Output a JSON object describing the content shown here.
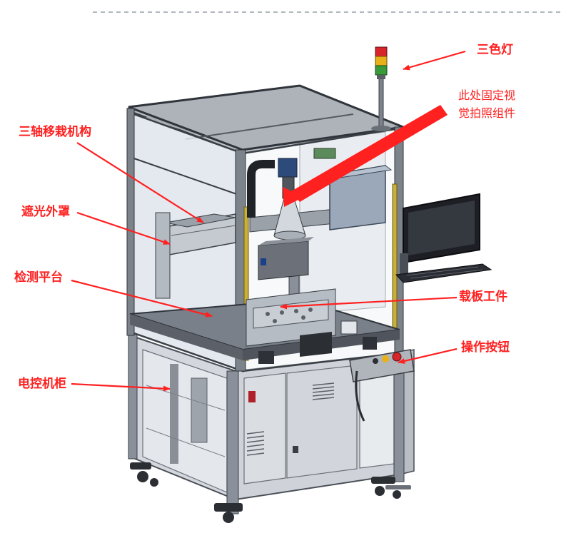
{
  "colors": {
    "annotation": "#ff2020",
    "frame_dark": "#4a4f57",
    "frame_light": "#c9ced6",
    "panel_glass": "#dfe5ec",
    "cabinet": "#cfd3d9",
    "monitor": "#1d1f24",
    "curtain": "#c8b03a"
  },
  "labels": {
    "tower_light": "三色灯",
    "vision_line1": "此处固定视",
    "vision_line2": "觉拍照组件",
    "three_axis": "三轴移栽机构",
    "shade": "遮光外罩",
    "platform": "检测平台",
    "carrier": "载板工件",
    "buttons": "操作按钮",
    "cabinet": "电控机柜"
  }
}
